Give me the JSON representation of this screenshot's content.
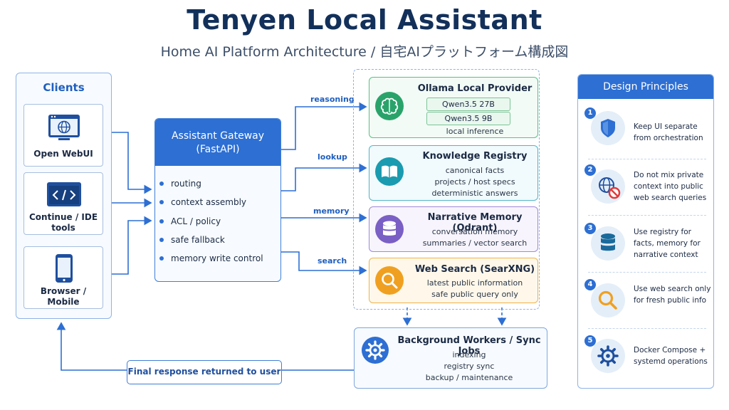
{
  "header": {
    "title": "Tenyen Local Assistant",
    "subtitle": "Home AI Platform Architecture / 自宅AIプラットフォーム構成図"
  },
  "clients": {
    "title": "Clients",
    "items": [
      {
        "label": "Open WebUI",
        "icon": "browser-globe-icon"
      },
      {
        "label": "Continue / IDE tools",
        "icon": "code-icon"
      },
      {
        "label": "Browser / Mobile",
        "icon": "mobile-phone-icon"
      }
    ]
  },
  "gateway": {
    "title": "Assistant Gateway (FastAPI)",
    "items": [
      "routing",
      "context assembly",
      "ACL / policy",
      "safe fallback",
      "memory write control"
    ]
  },
  "connections": {
    "reasoning": "reasoning",
    "lookup": "lookup",
    "memory": "memory",
    "search": "search"
  },
  "services": {
    "ollama": {
      "title": "Ollama Local Provider",
      "models": [
        "Qwen3.5 27B",
        "Qwen3.5 9B"
      ],
      "note": "local inference",
      "icon": "brain-icon"
    },
    "registry": {
      "title": "Knowledge Registry",
      "lines": [
        "canonical facts",
        "projects / host specs",
        "deterministic answers"
      ],
      "icon": "book-icon"
    },
    "memory": {
      "title": "Narrative Memory (Qdrant)",
      "lines": [
        "conversation memory",
        "summaries / vector search"
      ],
      "icon": "database-icon"
    },
    "search": {
      "title": "Web Search (SearXNG)",
      "lines": [
        "latest public information",
        "safe public query only"
      ],
      "icon": "search-icon"
    }
  },
  "workers": {
    "title": "Background Workers / Sync Jobs",
    "lines": [
      "indexing",
      "registry sync",
      "backup / maintenance"
    ],
    "icon": "gear-icon"
  },
  "final_response": "Final response returned to user",
  "principles": {
    "title": "Design Principles",
    "items": [
      {
        "num": "1",
        "text": "Keep UI separate from orchestration",
        "icon": "shield-icon"
      },
      {
        "num": "2",
        "text": "Do not mix private context into public web search queries",
        "icon": "no-globe-icon"
      },
      {
        "num": "3",
        "text": "Use registry for facts, memory for narrative context",
        "icon": "database-icon"
      },
      {
        "num": "4",
        "text": "Use web search only for fresh public info",
        "icon": "search-icon"
      },
      {
        "num": "5",
        "text": "Docker Compose + systemd operations",
        "icon": "gear-icon"
      }
    ]
  },
  "colors": {
    "primary": "#2d6fd3",
    "ollama": "#2aa36b",
    "registry": "#1a9bb0",
    "memory": "#7a5fc4",
    "search": "#f0a020",
    "title": "#12305a"
  }
}
